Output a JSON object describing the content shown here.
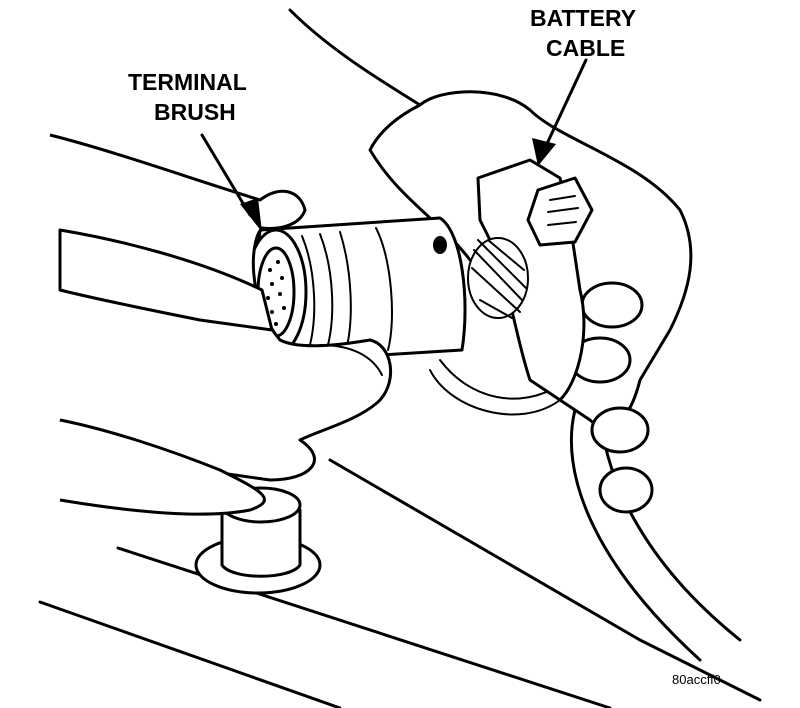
{
  "labels": {
    "terminal_brush": [
      "TERMINAL",
      "BRUSH"
    ],
    "battery_cable": [
      "BATTERY",
      "CABLE"
    ]
  },
  "figure_code": "80accff0"
}
